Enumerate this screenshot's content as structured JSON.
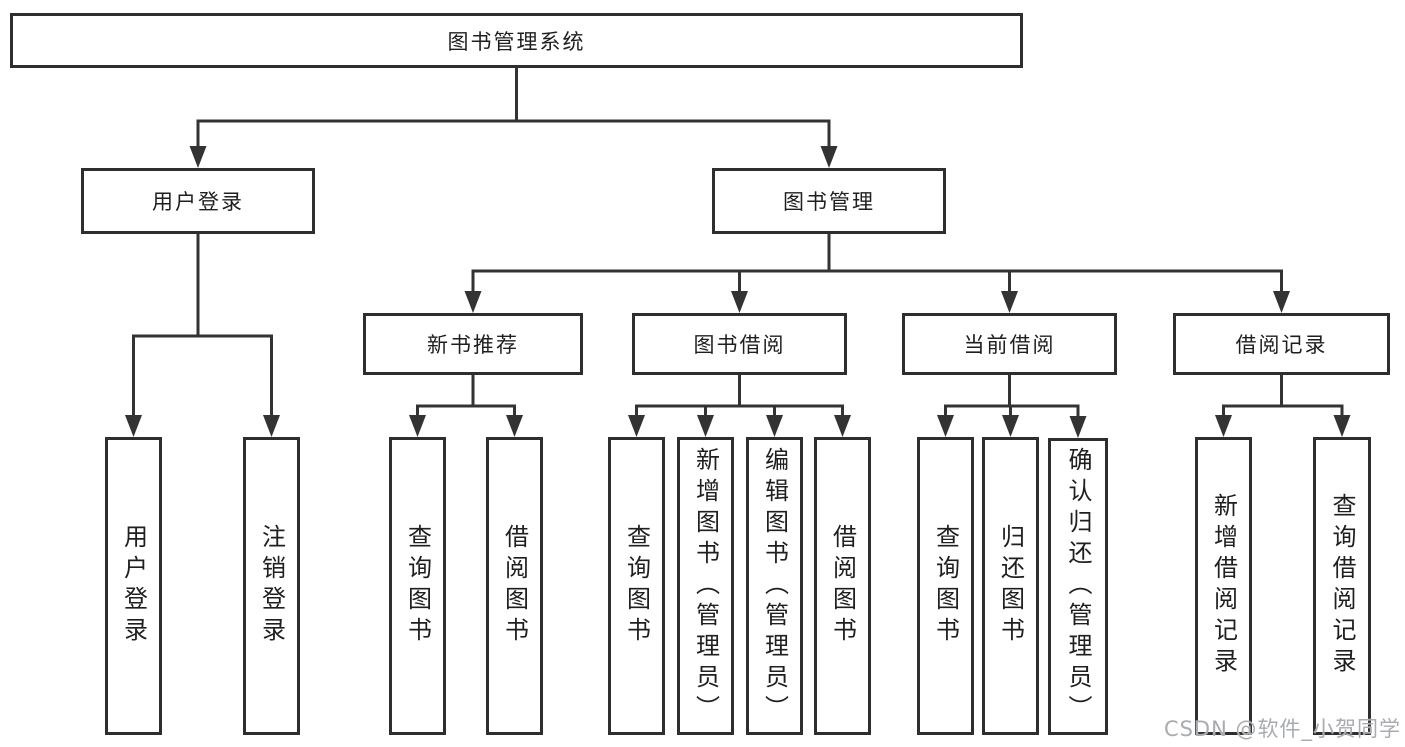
{
  "diagram": {
    "title": "图书管理系统",
    "nodes": [
      {
        "id": "root",
        "label": "图书管理系统",
        "level": 1
      },
      {
        "id": "login",
        "label": "用户登录",
        "level": 2
      },
      {
        "id": "mgmt",
        "label": "图书管理",
        "level": 2
      },
      {
        "id": "newbook",
        "label": "新书推荐",
        "level": 3
      },
      {
        "id": "borrow",
        "label": "图书借阅",
        "level": 3
      },
      {
        "id": "current",
        "label": "当前借阅",
        "level": 3
      },
      {
        "id": "records",
        "label": "借阅记录",
        "level": 3
      },
      {
        "id": "leaf_login",
        "label": "用户登录",
        "level": 4
      },
      {
        "id": "leaf_logout",
        "label": "注销登录",
        "level": 4
      },
      {
        "id": "nb_query",
        "label": "查询图书",
        "level": 4
      },
      {
        "id": "nb_borrow",
        "label": "借阅图书",
        "level": 4
      },
      {
        "id": "bw_query",
        "label": "查询图书",
        "level": 4
      },
      {
        "id": "bw_add",
        "label": "新增图书（管理员）",
        "level": 4
      },
      {
        "id": "bw_edit",
        "label": "编辑图书（管理员）",
        "level": 4
      },
      {
        "id": "bw_borrow",
        "label": "借阅图书",
        "level": 4
      },
      {
        "id": "cur_query",
        "label": "查询图书",
        "level": 4
      },
      {
        "id": "cur_return",
        "label": "归还图书",
        "level": 4
      },
      {
        "id": "cur_confirm",
        "label": "确认归还（管理员）",
        "level": 4
      },
      {
        "id": "rec_add",
        "label": "新增借阅记录",
        "level": 4
      },
      {
        "id": "rec_query",
        "label": "查询借阅记录",
        "level": 4
      }
    ],
    "edges": [
      {
        "from": "root",
        "to": [
          "login",
          "mgmt"
        ]
      },
      {
        "from": "login",
        "to": [
          "leaf_login",
          "leaf_logout"
        ]
      },
      {
        "from": "mgmt",
        "to": [
          "newbook",
          "borrow",
          "current",
          "records"
        ]
      },
      {
        "from": "newbook",
        "to": [
          "nb_query",
          "nb_borrow"
        ]
      },
      {
        "from": "borrow",
        "to": [
          "bw_query",
          "bw_add",
          "bw_edit",
          "bw_borrow"
        ]
      },
      {
        "from": "current",
        "to": [
          "cur_query",
          "cur_return",
          "cur_confirm"
        ]
      },
      {
        "from": "records",
        "to": [
          "rec_add",
          "rec_query"
        ]
      }
    ],
    "watermark": "CSDN @软件_小贺同学",
    "colors": {
      "line": "#333333",
      "border": "#2e2e2e",
      "text": "#1f1f1f",
      "background": "#ffffff",
      "watermark": "#a9abae"
    }
  }
}
